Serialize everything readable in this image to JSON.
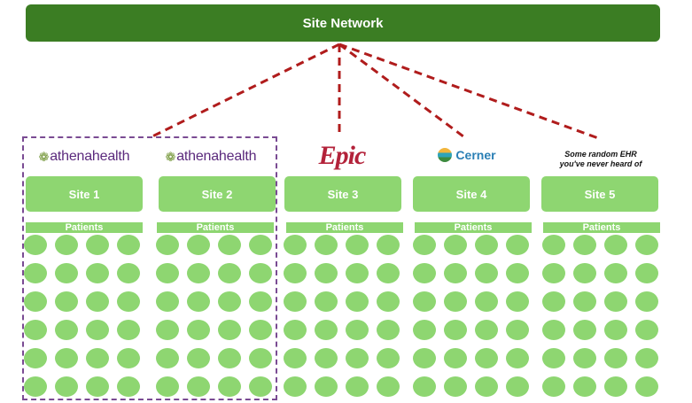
{
  "network": {
    "title": "Site Network"
  },
  "sites": [
    {
      "label": "Site 1",
      "ehr": "athenahealth",
      "logo_icon": "athenahealth-logo",
      "patients_label": "Patients"
    },
    {
      "label": "Site 2",
      "ehr": "athenahealth",
      "logo_icon": "athenahealth-logo",
      "patients_label": "Patients"
    },
    {
      "label": "Site 3",
      "ehr": "Epic",
      "logo_icon": "epic-logo",
      "patients_label": "Patients"
    },
    {
      "label": "Site 4",
      "ehr": "Cerner",
      "logo_icon": "cerner-logo",
      "patients_label": "Patients"
    },
    {
      "label": "Site 5",
      "ehr": "Some random EHR you've never heard of",
      "logo_icon": "text-label",
      "patients_label": "Patients"
    }
  ],
  "patients_per_site": {
    "rows": 6,
    "columns": 4
  },
  "colors": {
    "network": "#3b7d23",
    "site": "#8ed671",
    "connector": "#b01c1c",
    "group_border": "#7a4b93"
  }
}
